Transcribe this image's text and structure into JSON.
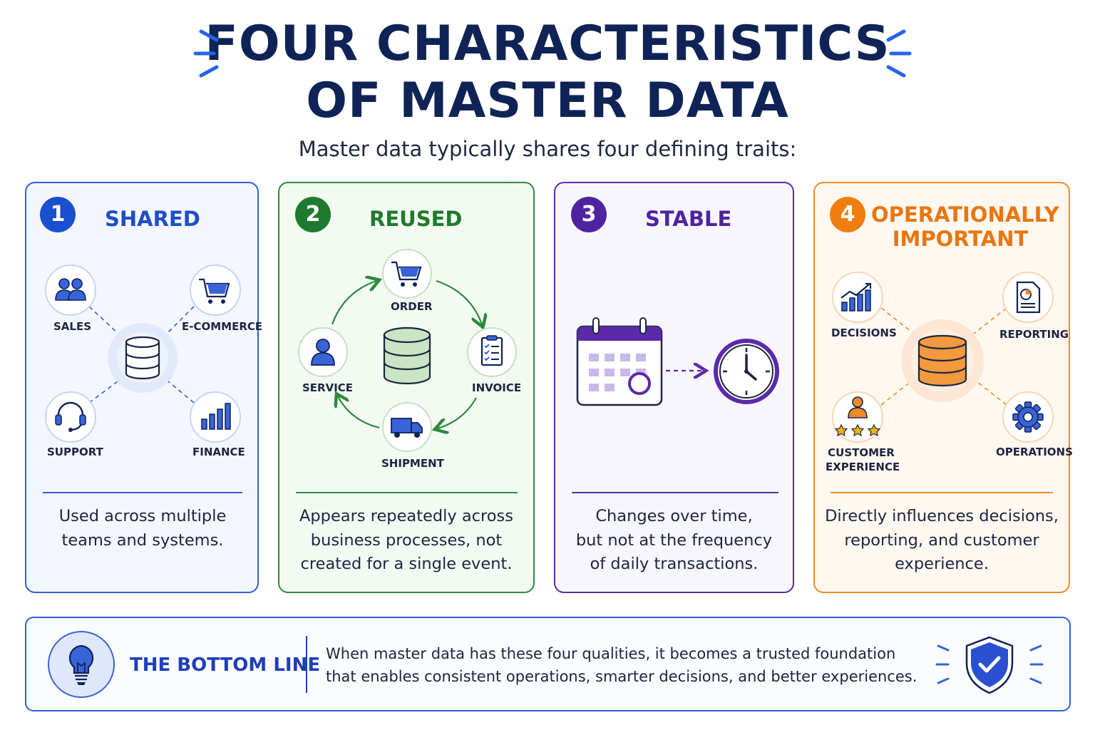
{
  "title_line1": "FOUR CHARACTERISTICS",
  "title_line2": "OF MASTER DATA",
  "subtitle": "Master data typically shares four defining traits:",
  "colors": {
    "shared": "#2f5fd6",
    "reused": "#2e8a3c",
    "stable": "#5b2aa8",
    "operational": "#f08a24",
    "title": "#0f2356"
  },
  "cards": [
    {
      "number": "1",
      "heading": "SHARED",
      "labels": [
        "SALES",
        "E-COMMERCE",
        "SUPPORT",
        "FINANCE"
      ],
      "icons": [
        "team-icon",
        "cart-icon",
        "headset-icon",
        "bar-chart-icon",
        "database-icon"
      ],
      "desc": [
        "Used across multiple",
        "teams and systems."
      ]
    },
    {
      "number": "2",
      "heading": "REUSED",
      "labels": [
        "ORDER",
        "SERVICE",
        "INVOICE",
        "SHIPMENT"
      ],
      "icons": [
        "cart-icon",
        "person-icon",
        "clipboard-icon",
        "truck-icon",
        "database-icon"
      ],
      "desc": [
        "Appears repeatedly across",
        "business processes, not",
        "created for a single event."
      ]
    },
    {
      "number": "3",
      "heading": "STABLE",
      "icons": [
        "calendar-icon",
        "clock-icon"
      ],
      "desc": [
        "Changes over time,",
        "but not at the frequency",
        "of daily transactions."
      ]
    },
    {
      "number": "4",
      "heading_line1": "OPERATIONALLY",
      "heading_line2": "IMPORTANT",
      "labels": [
        "DECISIONS",
        "REPORTING",
        "CUSTOMER",
        "EXPERIENCE",
        "OPERATIONS"
      ],
      "icons": [
        "growth-chart-icon",
        "report-icon",
        "customer-rating-icon",
        "gear-icon",
        "database-icon"
      ],
      "desc": [
        "Directly influences decisions,",
        "reporting, and customer",
        "experience."
      ]
    }
  ],
  "bottom_line": {
    "title": "THE BOTTOM LINE",
    "text_line1": "When master data has these four qualities, it becomes a trusted foundation",
    "text_line2": "that enables consistent operations, smarter decisions, and better experiences.",
    "icons": [
      "lightbulb-icon",
      "shield-check-icon"
    ]
  }
}
